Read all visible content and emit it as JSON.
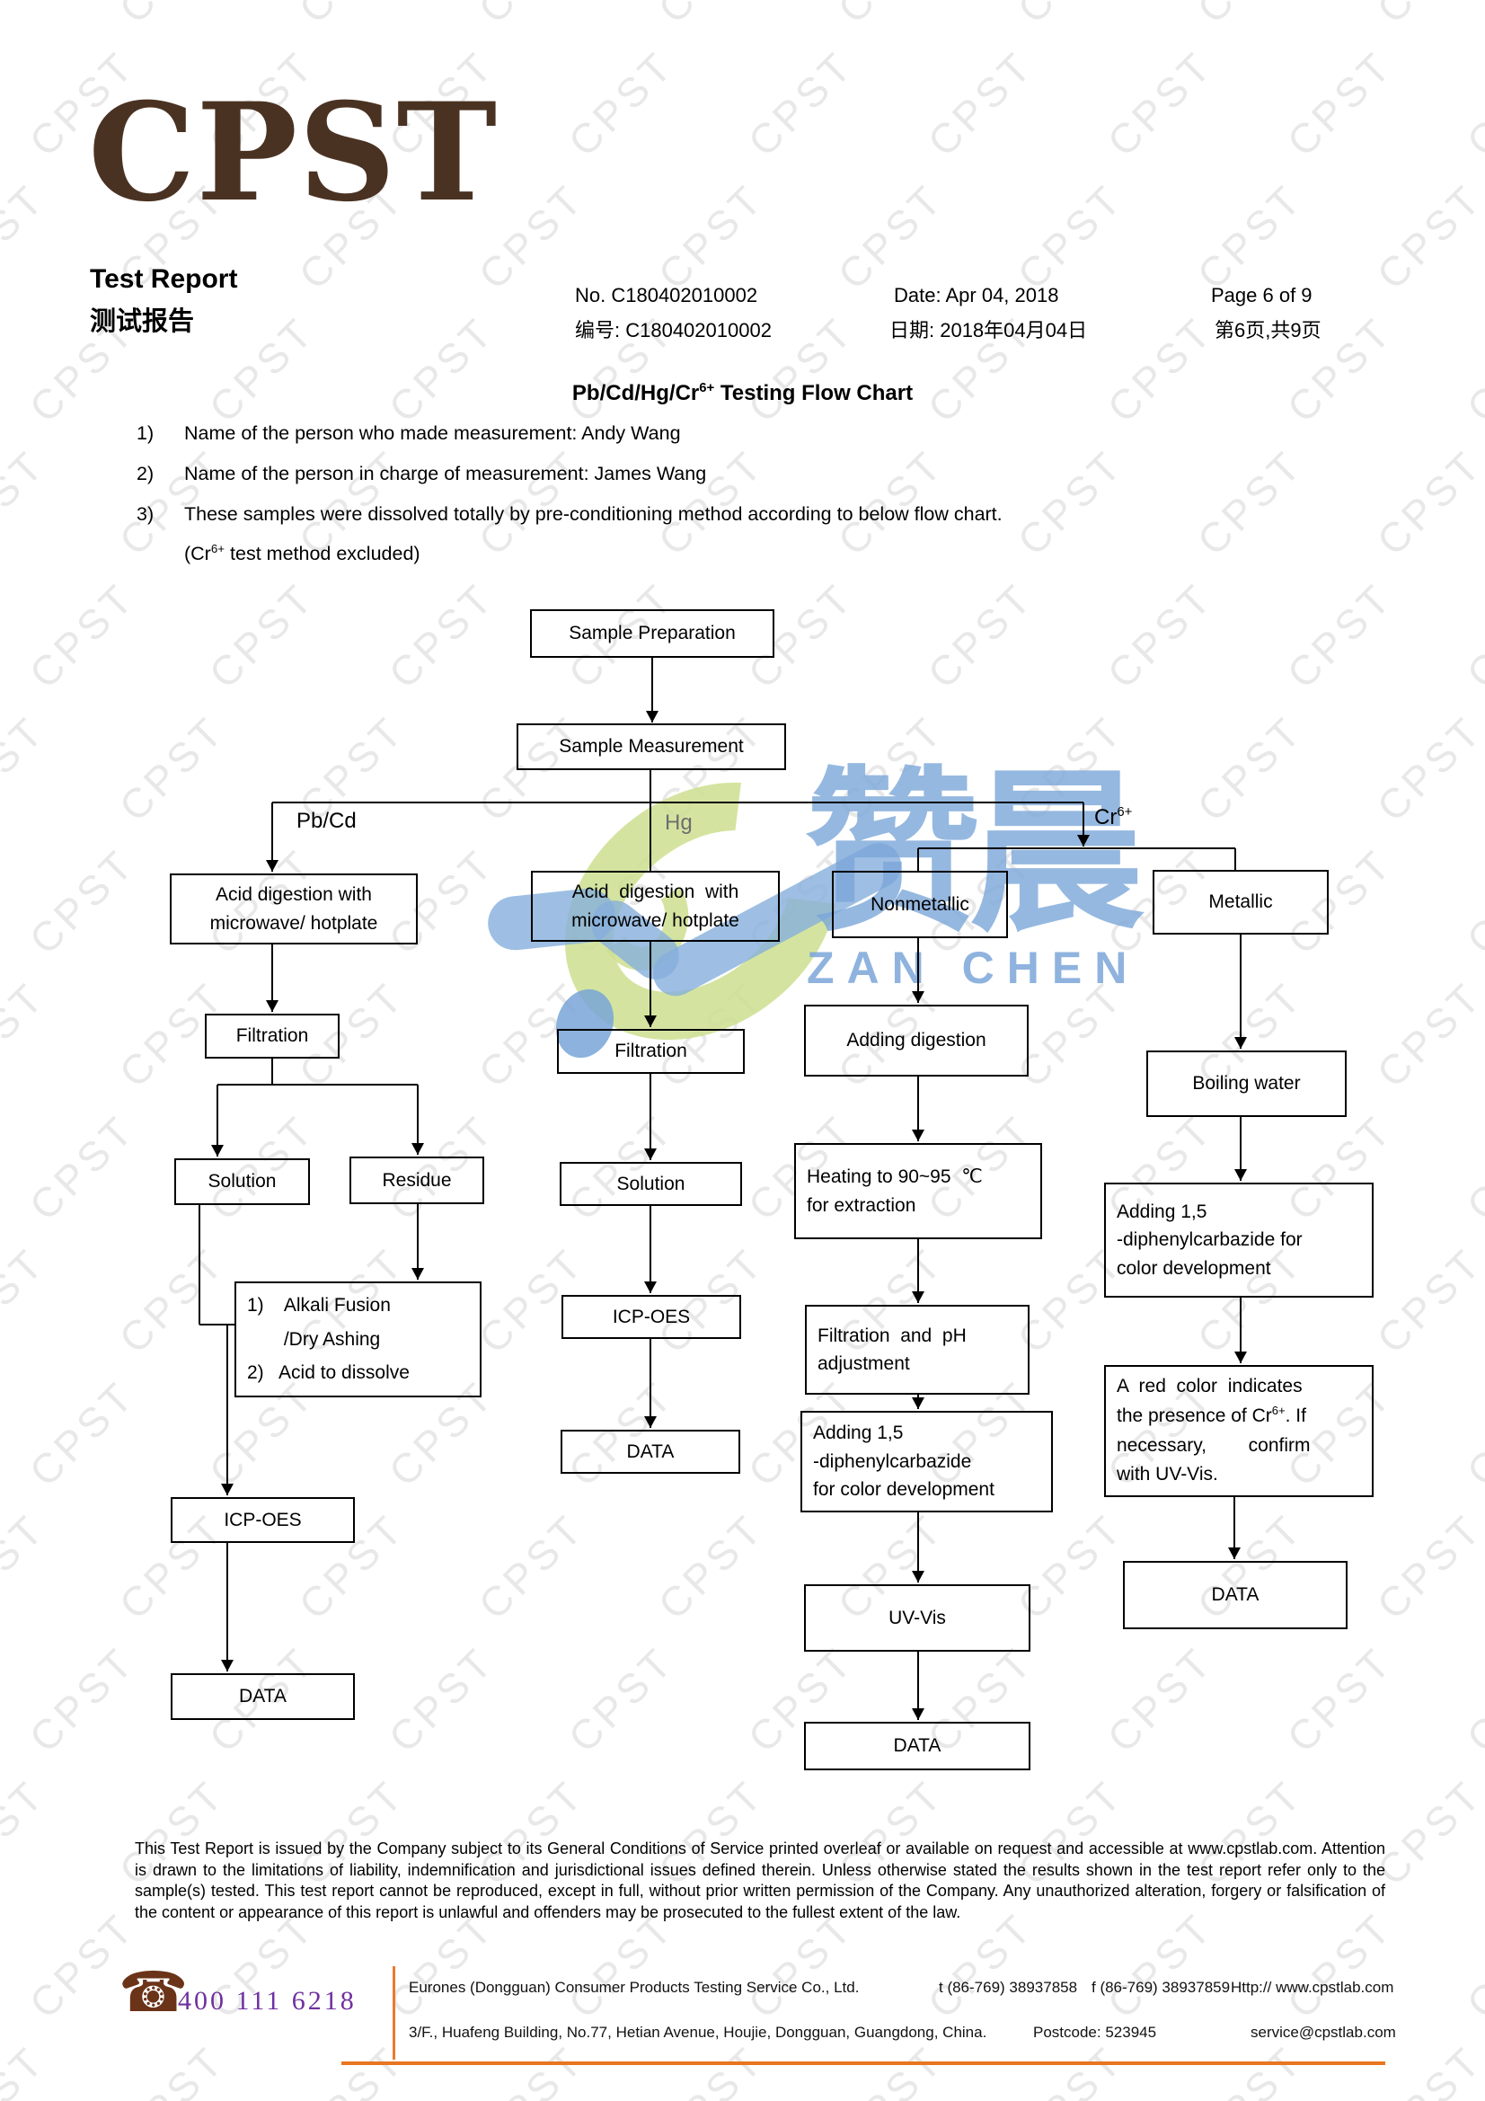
{
  "watermark": {
    "text": "CPST"
  },
  "brand": {
    "chars": "赞晨",
    "latin": "ZAN CHEN"
  },
  "logo": {
    "text": "CPST"
  },
  "header": {
    "title_en": "Test Report",
    "title_zh": "测试报告",
    "no_en": "No. C180402010002",
    "no_zh": "编号: C180402010002",
    "date_en": "Date: Apr 04, 2018",
    "date_zh": "日期: 2018年04月04日",
    "page_en": "Page 6 of 9",
    "page_zh": "第6页,共9页"
  },
  "section": {
    "title_pre": "Pb/Cd/Hg/Cr",
    "title_sup": "6+",
    "title_post": " Testing Flow Chart",
    "items": [
      {
        "num": "1)",
        "text": "Name of the person who made measurement: Andy Wang"
      },
      {
        "num": "2)",
        "text": "Name of the person in charge of measurement: James Wang"
      },
      {
        "num": "3)",
        "text": "These samples were dissolved totally by pre-conditioning method according to below flow chart."
      }
    ],
    "item3_cont_pre": "(Cr",
    "item3_cont_sup": "6+",
    "item3_cont_post": " test method excluded)"
  },
  "flowchart": {
    "branch_labels": {
      "pbcd": "Pb/Cd",
      "hg": "Hg",
      "cr_pre": "Cr",
      "cr_sup": "6+"
    },
    "boxes": {
      "sample_prep": {
        "label": "Sample Preparation"
      },
      "sample_meas": {
        "label": "Sample Measurement"
      },
      "acid_pbcd": {
        "l1": "Acid digestion with",
        "l2": "microwave/ hotplate"
      },
      "acid_hg": {
        "l1": "Acid  digestion  with",
        "l2": "microwave/ hotplate"
      },
      "nonmetallic": {
        "label": "Nonmetallic"
      },
      "metallic": {
        "label": "Metallic"
      },
      "filtration_pbcd": {
        "label": "Filtration"
      },
      "filtration_hg": {
        "label": "Filtration"
      },
      "adding_digestion": {
        "label": "Adding digestion"
      },
      "boiling_water": {
        "label": "Boiling water"
      },
      "solution_pbcd": {
        "label": "Solution"
      },
      "residue": {
        "label": "Residue"
      },
      "solution_hg": {
        "label": "Solution"
      },
      "heating": {
        "l1": "Heating to 90~95  ℃",
        "l2": "for extraction"
      },
      "adding_dpc_metallic": {
        "l1": "Adding 1,5",
        "l2": "-diphenylcarbazide for",
        "l3": "color development"
      },
      "alkali": {
        "l1": "1)    Alkali Fusion",
        "l2": "       /Dry Ashing",
        "l3": "2)   Acid to dissolve"
      },
      "icp_hg": {
        "label": "ICP-OES"
      },
      "filtration_ph": {
        "l1": "Filtration  and  pH",
        "l2": "adjustment"
      },
      "adding_dpc_nonmetallic": {
        "l1": "Adding 1,5",
        "l2": "-diphenylcarbazide",
        "l3": "for color development"
      },
      "red_color": {
        "l1": "A  red  color  indicates",
        "l2_pre": "the presence of Cr",
        "l2_sup": "6+",
        "l2_post": ". If",
        "l3": "necessary,        confirm",
        "l4": "with UV-Vis."
      },
      "icp_pbcd": {
        "label": "ICP-OES"
      },
      "data_pbcd": {
        "label": "DATA"
      },
      "data_hg": {
        "label": "DATA"
      },
      "uv_vis": {
        "label": "UV-Vis"
      },
      "data_nonmetallic": {
        "label": "DATA"
      },
      "data_metallic": {
        "label": "DATA"
      }
    }
  },
  "legal": "This Test Report is issued by the Company subject to its General Conditions of Service printed overleaf or available on request and accessible at www.cpstlab.com. Attention is drawn to the limitations of liability, indemnification and jurisdictional issues defined therein. Unless otherwise stated the results shown in the test report refer only to the sample(s) tested. This test report cannot be reproduced, except in full, without prior written permission of the Company. Any unauthorized alteration, forgery or falsification of the content or appearance of this report is unlawful and offenders may be prosecuted to the fullest extent of the law.",
  "footer": {
    "hotline": "400 111 6218",
    "phone_icon": "☎",
    "company": "Eurones (Dongguan) Consumer Products Testing Service Co., Ltd.",
    "tel": "t (86-769) 38937858",
    "fax": "f (86-769) 38937859",
    "web": "Http:// www.cpstlab.com",
    "address": "3/F., Huafeng Building, No.77, Hetian Avenue, Houjie, Dongguan, Guangdong, China.",
    "postcode": "Postcode: 523945",
    "email": "service@cpstlab.com"
  }
}
